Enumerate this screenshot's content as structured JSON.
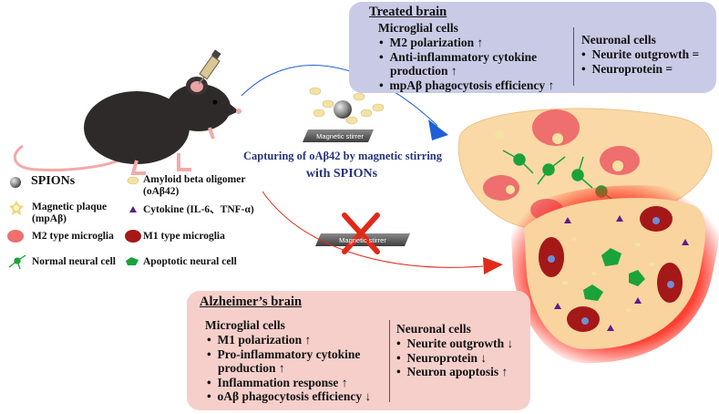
{
  "treated": {
    "title": "Treated brain",
    "microglia_header": "Microglial cells",
    "microglia_items": [
      "M2 polarization ↑",
      "Anti-inflammatory cytokine production ↑",
      "mpAβ phagocytosis efficiency ↑"
    ],
    "neuron_header": "Neuronal cells",
    "neuron_items": [
      "Neurite outgrowth =",
      "Neuroprotein ="
    ]
  },
  "alzheimers": {
    "title": "Alzheimer’s brain",
    "microglia_header": "Microglial cells",
    "microglia_items": [
      "M1 polarization ↑",
      "Pro-inflammatory cytokine production ↑",
      "Inflammation response ↑",
      "oAβ phagocytosis efficiency ↓"
    ],
    "neuron_header": "Neuronal cells",
    "neuron_items": [
      "Neurite outgrowth ↓",
      "Neuroprotein ↓",
      "Neuron apoptosis ↑"
    ]
  },
  "center": {
    "stirrer_label": "Magnetic stirrer",
    "caption_line1": "Capturing of oAβ42 by magnetic stirring",
    "caption_line2": "with SPIONs"
  },
  "legend": {
    "spions": "SPIONs",
    "amyloid": "Amyloid beta oligomer (oAβ42)",
    "plaque": "Magnetic plaque (mpAβ)",
    "cytokine": "Cytokine (IL-6、TNF-α)",
    "m2": "M2 type microglia",
    "m1": "M1 type microglia",
    "normal_neuron": "Normal neural cell",
    "apoptotic_neuron": "Apoptotic neural cell"
  },
  "colors": {
    "treated_panel": "#c9cbe6",
    "alz_panel": "#f6cfcb",
    "blue_arrow": "#1f5fd6",
    "red_arrow": "#e02a1a",
    "caption": "#26337a"
  }
}
